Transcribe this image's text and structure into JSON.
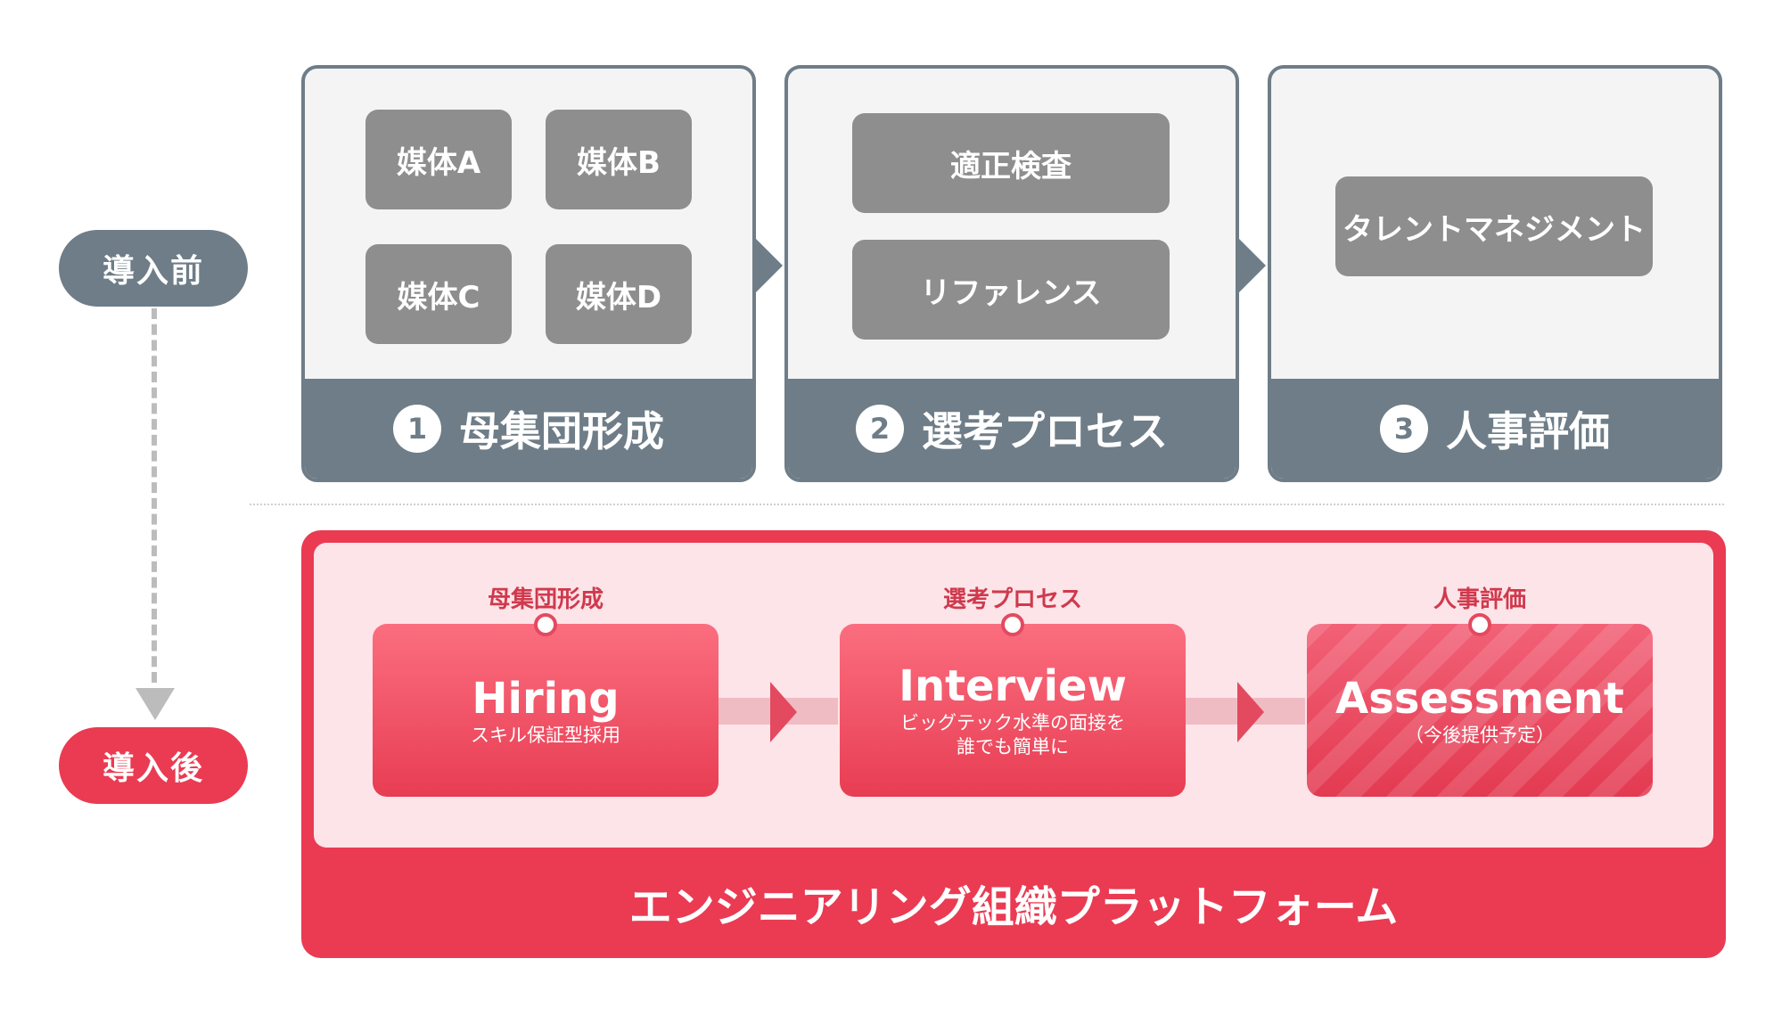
{
  "stages": {
    "before": "導入前",
    "after": "導入後"
  },
  "before": {
    "panels": [
      {
        "number": "1",
        "title": "母集団形成",
        "items": [
          "媒体A",
          "媒体B",
          "媒体C",
          "媒体D"
        ]
      },
      {
        "number": "2",
        "title": "選考プロセス",
        "items": [
          "適正検査",
          "リファレンス"
        ]
      },
      {
        "number": "3",
        "title": "人事評価",
        "items": [
          "タレントマネジメント"
        ]
      }
    ]
  },
  "after": {
    "platform_label": "エンジニアリング組織プラットフォーム",
    "steps": [
      {
        "label": "母集団形成",
        "title": "Hiring",
        "sub": [
          "スキル保証型採用"
        ]
      },
      {
        "label": "選考プロセス",
        "title": "Interview",
        "sub": [
          "ビッグテック水準の面接を",
          "誰でも簡単に"
        ]
      },
      {
        "label": "人事評価",
        "title": "Assessment",
        "sub": [
          "（今後提供予定）"
        ]
      }
    ]
  },
  "colors": {
    "slate": "#6e7d87",
    "gray_box": "#8e8e8e",
    "accent_red": "#ea3b52",
    "pink_bg": "#fde4e8"
  }
}
